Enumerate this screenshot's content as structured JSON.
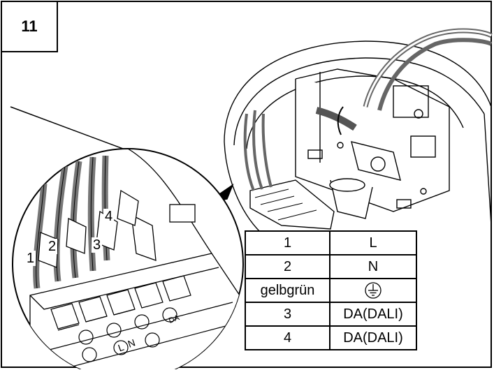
{
  "step_number": "11",
  "pin_labels": [
    "1",
    "2",
    "3",
    "4"
  ],
  "terminal_marks": {
    "l": "L",
    "n": "N",
    "da": "DA"
  },
  "legend": [
    {
      "terminal": "1",
      "function": "L"
    },
    {
      "terminal": "2",
      "function": "N"
    },
    {
      "terminal": "gelbgrün",
      "function": "",
      "function_icon": "ground-icon"
    },
    {
      "terminal": "3",
      "function": "DA(DALI)"
    },
    {
      "terminal": "4",
      "function": "DA(DALI)"
    }
  ]
}
